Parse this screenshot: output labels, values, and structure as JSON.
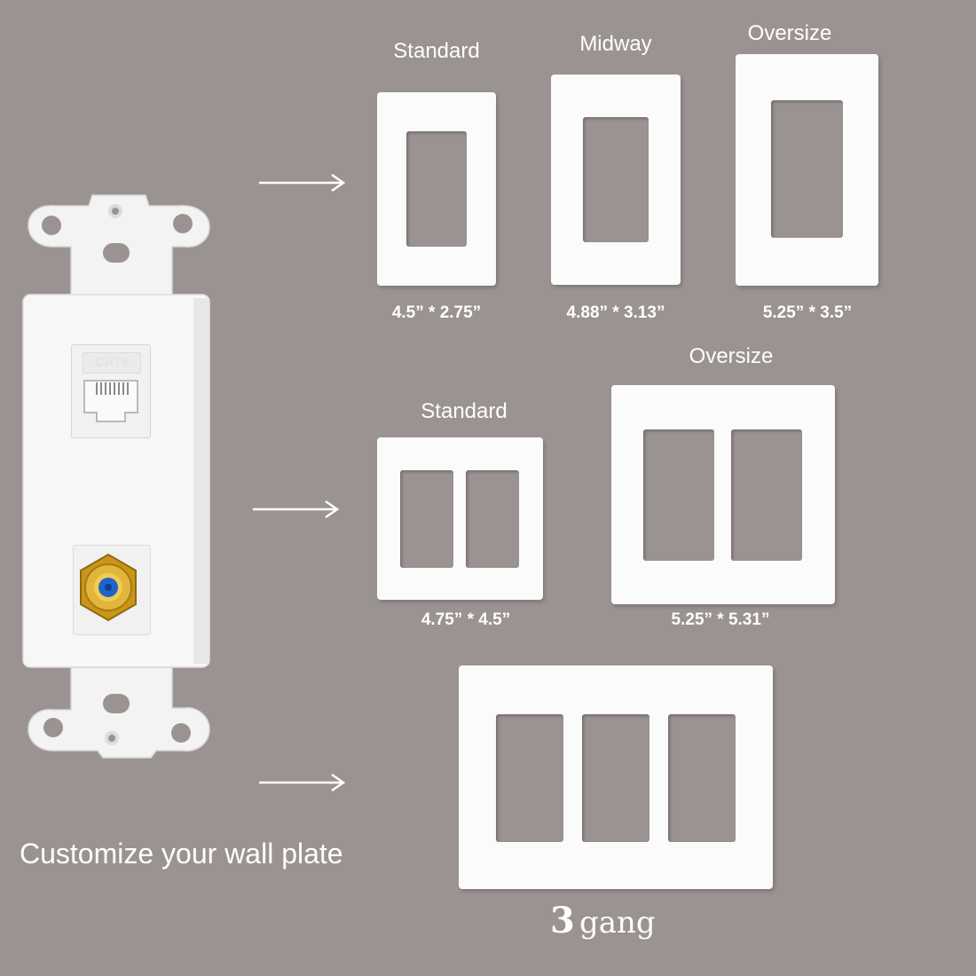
{
  "colors": {
    "background": "#9b9391",
    "plate": "#fbfbfb",
    "coax_gold": "#d4a11e",
    "coax_center": "#1e64c8"
  },
  "device": {
    "jack_label": "CAT6"
  },
  "single_gang": {
    "standard": {
      "title": "Standard",
      "size": "4.5” * 2.75”"
    },
    "midway": {
      "title": "Midway",
      "size": "4.88” * 3.13”"
    },
    "oversize": {
      "title": "Oversize",
      "size": "5.25” * 3.5”"
    }
  },
  "double_gang": {
    "standard": {
      "title": "Standard",
      "size": "4.75” * 4.5”"
    },
    "oversize": {
      "title": "Oversize",
      "size": "5.25” * 5.31”"
    }
  },
  "triple_gang": {
    "number": "3",
    "word": "gang"
  },
  "headline": "Customize your wall plate",
  "icons": [
    "arrow-right-icon",
    "cat6-jack-icon",
    "coax-connector-icon"
  ]
}
